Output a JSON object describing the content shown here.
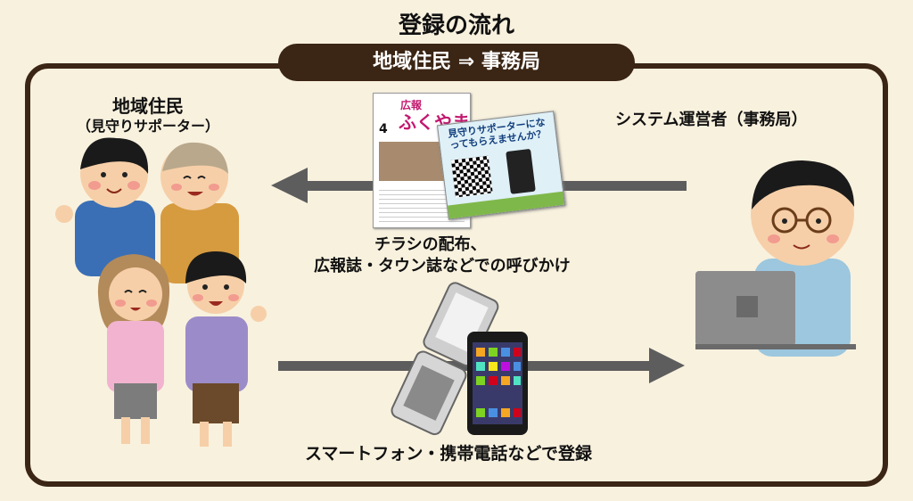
{
  "title": "登録の流れ",
  "flow_label": "地域住民 ⇒ 事務局",
  "residents": {
    "title": "地域住民",
    "subtitle": "（見守りサポーター）"
  },
  "operator": {
    "title": "システム運営者（事務局）"
  },
  "distribution": {
    "line1": "チラシの配布、",
    "line2": "広報誌・タウン誌などでの呼びかけ"
  },
  "registration": {
    "caption": "スマートフォン・携帯電話などで登録"
  },
  "flyer_magazine": {
    "kou": "広報",
    "name": "ふくやま",
    "issue": "4"
  },
  "flyer_recruit": {
    "headline": "見守りサポーターになってもらえませんか？"
  },
  "colors": {
    "frame": "#3b2514",
    "background": "#f8f1de",
    "arrow": "#5d5d5d"
  }
}
